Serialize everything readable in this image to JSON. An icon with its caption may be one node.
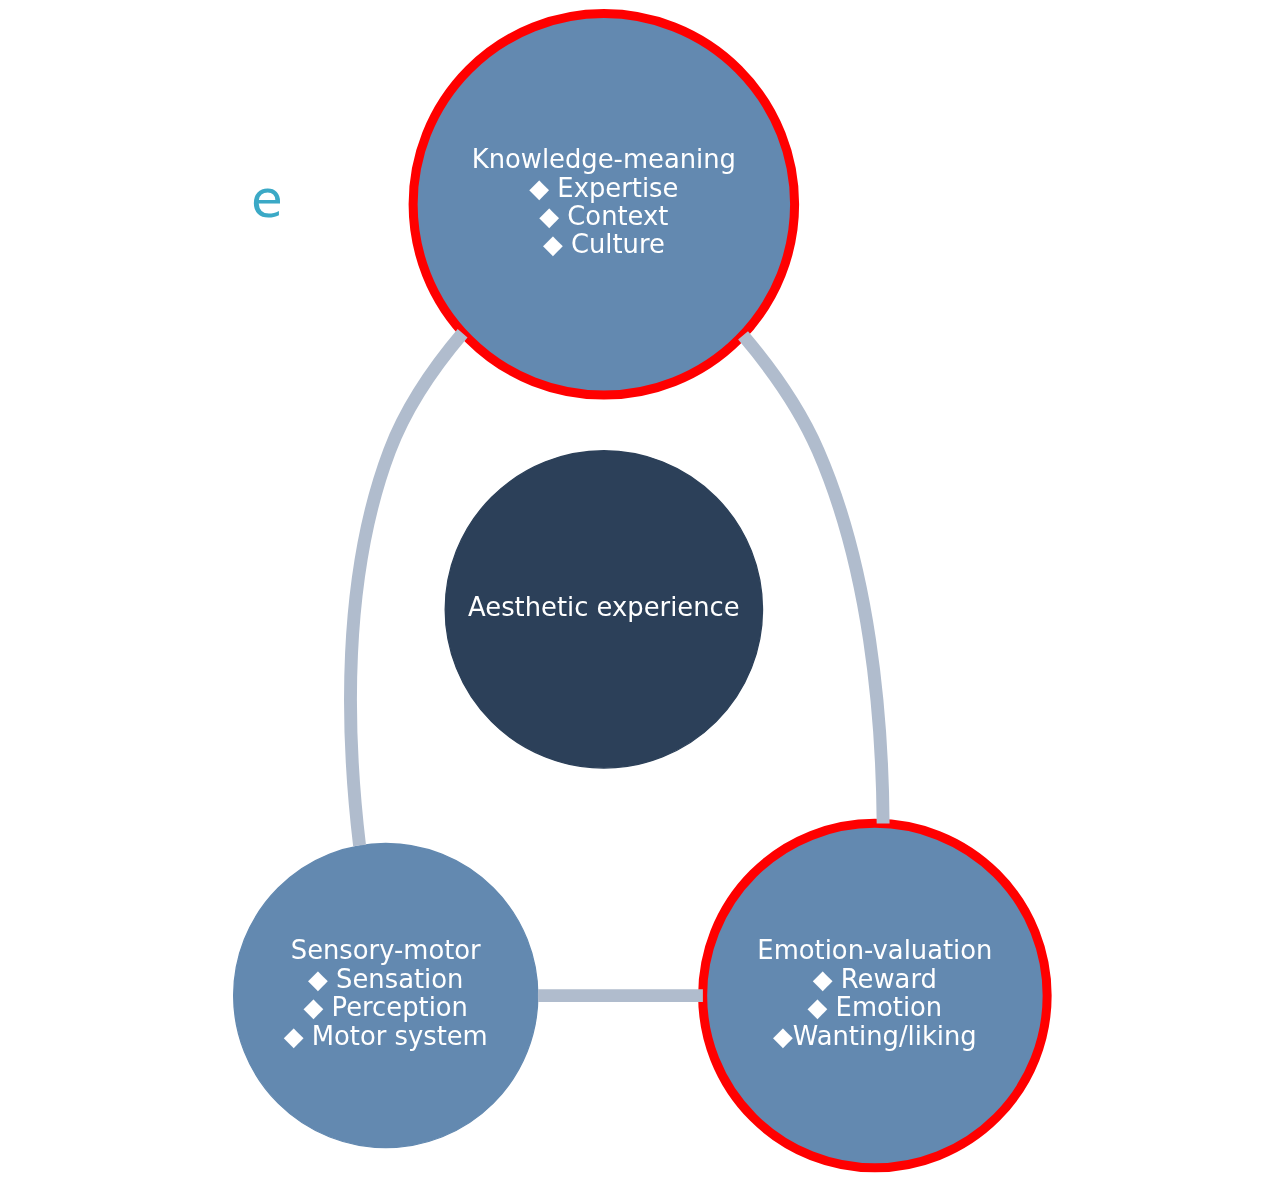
{
  "diagram": {
    "nodes": [
      {
        "text": [
          "Knowledge-meaning",
          "◆ Expertise",
          "◆ Context",
          "◆ Culture"
        ]
      },
      {
        "text": [
          "Aesthetic experience"
        ]
      },
      {
        "text": [
          "Sensory-motor",
          "◆ Sensation",
          "◆ Perception",
          "◆ Motor system"
        ]
      },
      {
        "text": [
          "Emotion-valuation",
          "◆ Reward",
          "◆ Emotion",
          "◆Wanting/liking"
        ]
      }
    ],
    "edges": [
      {
        "from": 0,
        "to": 2,
        "arrow": "none"
      },
      {
        "from": 2,
        "to": 3,
        "arrow": "none"
      },
      {
        "from": 0,
        "to": 3,
        "arrow": "none"
      }
    ],
    "labels": [
      "e"
    ]
  }
}
